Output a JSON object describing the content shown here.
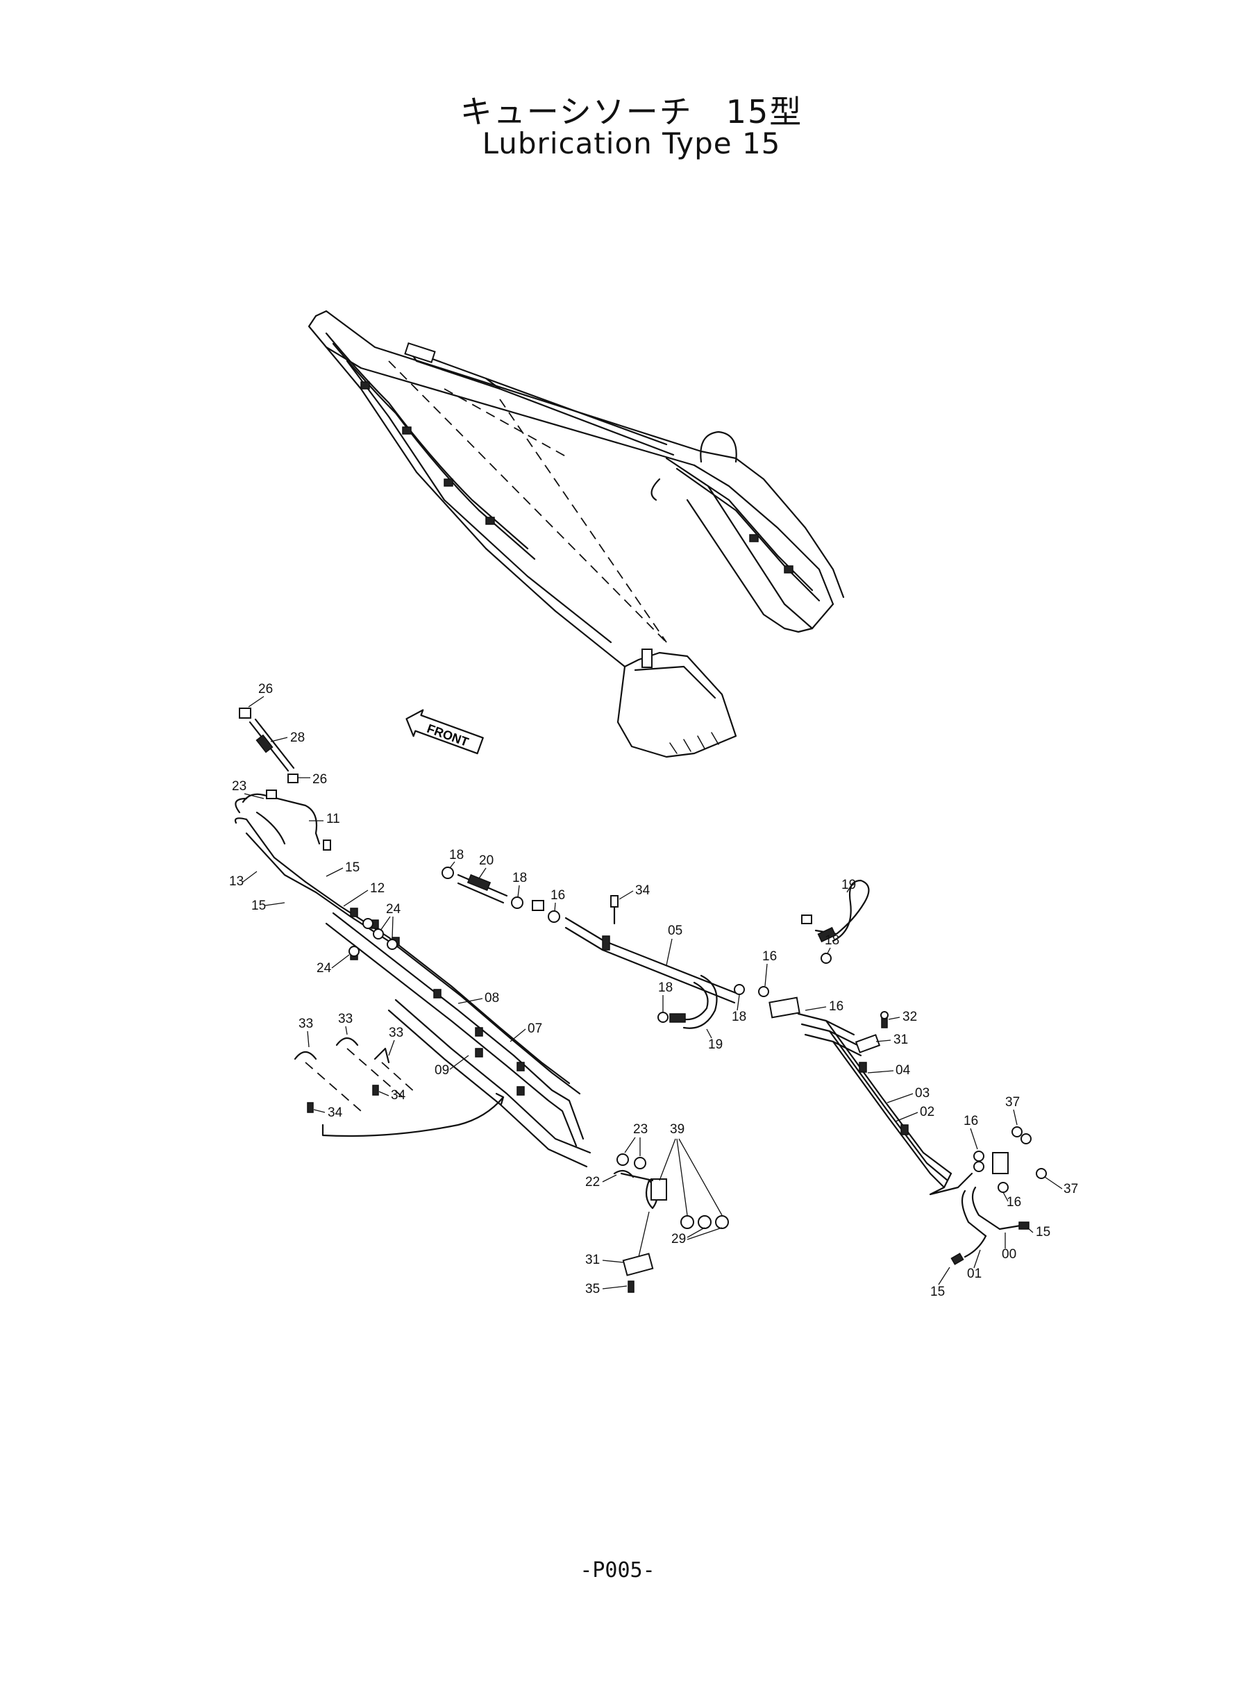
{
  "title": {
    "japanese": "キューシソーチ　15型",
    "english": "Lubrication Type 15"
  },
  "front_label": "FRONT",
  "page_number": "-P005-",
  "callouts": {
    "c26a": "26",
    "c28": "28",
    "c26b": "26",
    "c23a": "23",
    "c11": "11",
    "c13": "13",
    "c15a": "15",
    "c15b": "15",
    "c12": "12",
    "c24a": "24",
    "c24b": "24",
    "c08": "08",
    "c07": "07",
    "c09": "09",
    "c33a": "33",
    "c33b": "33",
    "c33c": "33",
    "c34a": "34",
    "c34b": "34",
    "c18a": "18",
    "c20": "20",
    "c18b": "18",
    "c16a": "16",
    "c34c": "34",
    "c05": "05",
    "c19a": "19",
    "c18c": "18",
    "c16b": "16",
    "c18d": "18",
    "c18e": "18",
    "c19b": "19",
    "c16c": "16",
    "c32": "32",
    "c31a": "31",
    "c04": "04",
    "c03": "03",
    "c02": "02",
    "c37a": "37",
    "c16d": "16",
    "c37b": "37",
    "c16e": "16",
    "c15c": "15",
    "c00": "00",
    "c01": "01",
    "c15d": "15",
    "c23b": "23",
    "c39": "39",
    "c22": "22",
    "c29": "29",
    "c31b": "31",
    "c35": "35"
  }
}
